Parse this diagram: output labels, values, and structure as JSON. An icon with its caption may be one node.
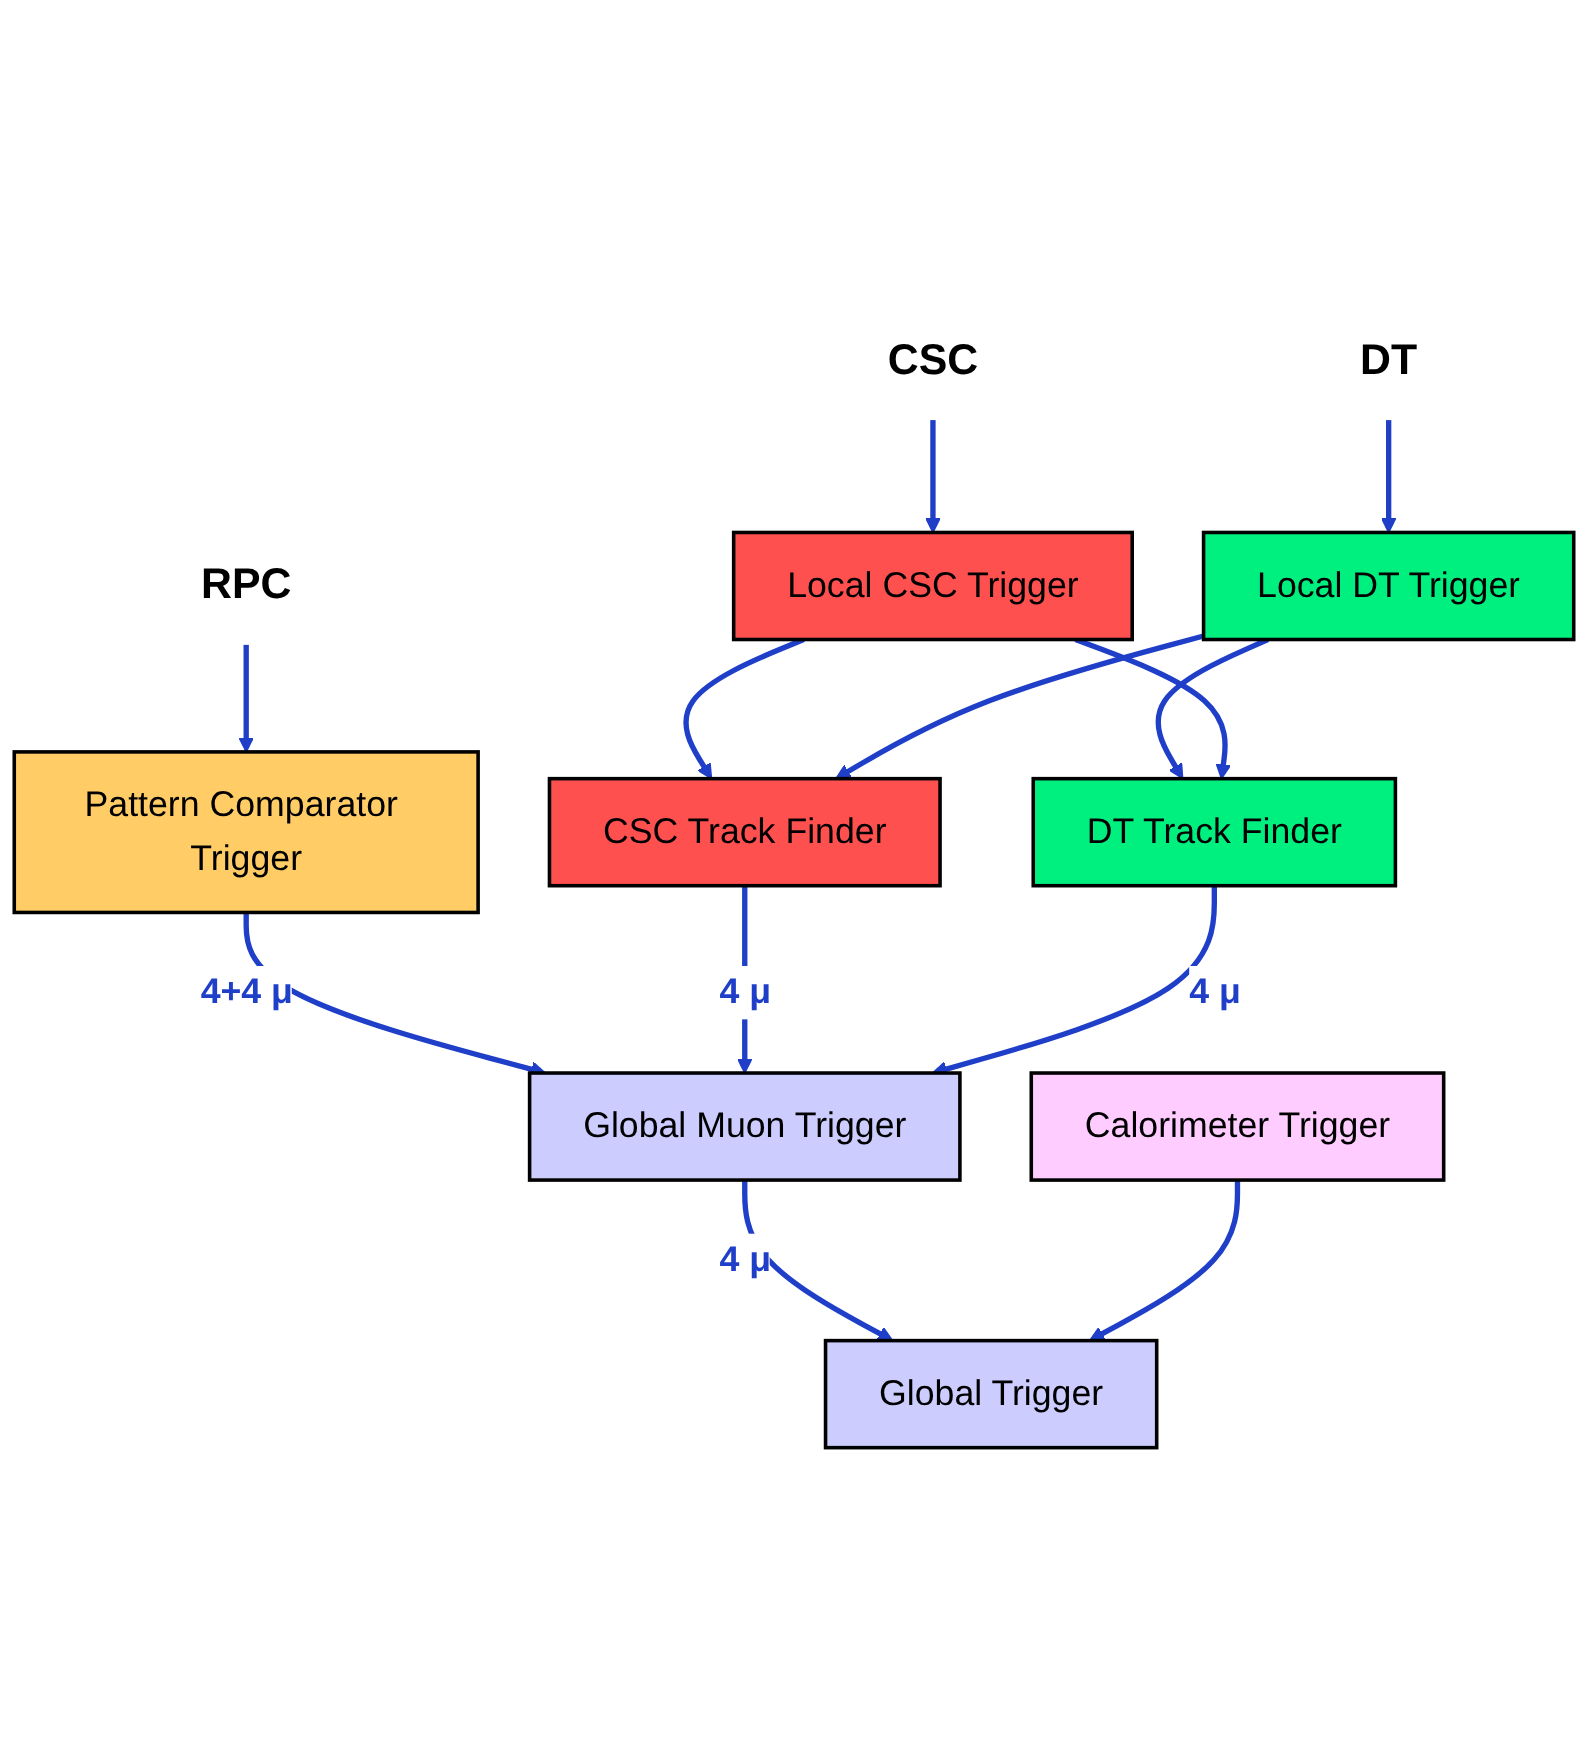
{
  "diagram": {
    "nodes": [
      {
        "text": [
          "RPC"
        ]
      },
      {
        "text": [
          "CSC"
        ]
      },
      {
        "text": [
          "DT"
        ]
      },
      {
        "text": [
          "Local CSC Trigger"
        ]
      },
      {
        "text": [
          "Local DT Trigger"
        ]
      },
      {
        "text": [
          "Pattern Comparator Trigger"
        ]
      },
      {
        "text": [
          "CSC Track Finder"
        ]
      },
      {
        "text": [
          "DT Track Finder"
        ]
      },
      {
        "text": [
          "Global Muon Trigger"
        ]
      },
      {
        "text": [
          "Global Trigger"
        ]
      },
      {
        "text": [
          "Calorimeter Trigger"
        ]
      }
    ],
    "edges": [
      {
        "from": 0,
        "to": 5,
        "arrow": "to"
      },
      {
        "from": 1,
        "to": 3,
        "arrow": "to"
      },
      {
        "from": 2,
        "to": 4,
        "arrow": "to"
      },
      {
        "from": 3,
        "to": 6,
        "arrow": "to"
      },
      {
        "from": 4,
        "to": 7,
        "arrow": "to"
      },
      {
        "from": 3,
        "to": 7,
        "arrow": "to"
      },
      {
        "from": 4,
        "to": 6,
        "arrow": "to"
      },
      {
        "from": 5,
        "to": 8,
        "arrow": "to",
        "label": "4+4 μ"
      },
      {
        "from": 6,
        "to": 8,
        "arrow": "to",
        "label": "4 μ"
      },
      {
        "from": 7,
        "to": 8,
        "arrow": "to",
        "label": "4 μ"
      },
      {
        "from": 8,
        "to": 9,
        "arrow": "to",
        "label": "4 μ"
      },
      {
        "from": 10,
        "to": 9,
        "arrow": "to"
      }
    ]
  }
}
